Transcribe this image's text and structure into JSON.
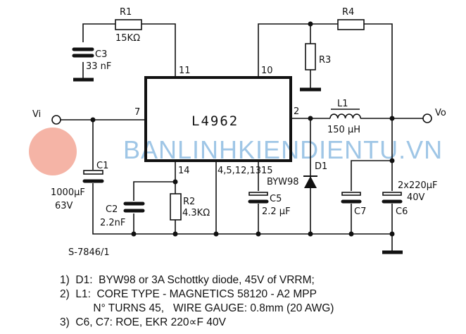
{
  "ic": {
    "name": "L4962",
    "pins": {
      "p11": "11",
      "p10": "10",
      "p7": "7",
      "p2": "2",
      "p14": "14",
      "pgnd": "4,5,12,13",
      "p15": "15"
    }
  },
  "terminals": {
    "vi": "Vi",
    "vo": "Vo"
  },
  "components": {
    "r1": {
      "ref": "R1",
      "value": "15KΩ"
    },
    "c3": {
      "ref": "C3",
      "value": "33 nF"
    },
    "r4": {
      "ref": "R4"
    },
    "r3": {
      "ref": "R3"
    },
    "l1": {
      "ref": "L1",
      "value": "150 µH"
    },
    "c1": {
      "ref": "C1",
      "value": "1000µF",
      "voltage": "63V"
    },
    "c2": {
      "ref": "C2",
      "value": "2.2nF"
    },
    "r2": {
      "ref": "R2",
      "value": "4.3KΩ"
    },
    "c5": {
      "ref": "C5",
      "value": "2.2 µF"
    },
    "d1": {
      "ref": "D1",
      "value": "BYW98"
    },
    "c7": {
      "ref": "C7"
    },
    "c6": {
      "ref": "C6",
      "value": "2x220µF",
      "voltage": "40V"
    }
  },
  "figure_id": "S-7846/1",
  "watermark": "BANLINHKIENDIENTU.VN",
  "notes": [
    "1)  D1:  BYW98 or 3A Schottky diode, 45V of VRRM;",
    "2)  L1:  CORE TYPE - MAGNETICS 58120 - A2 MPP",
    "           N° TURNS 45,   WIRE GAUGE: 0.8mm (20 AWG)",
    "3)  C6, C7: ROE, EKR 220∝F 40V"
  ]
}
